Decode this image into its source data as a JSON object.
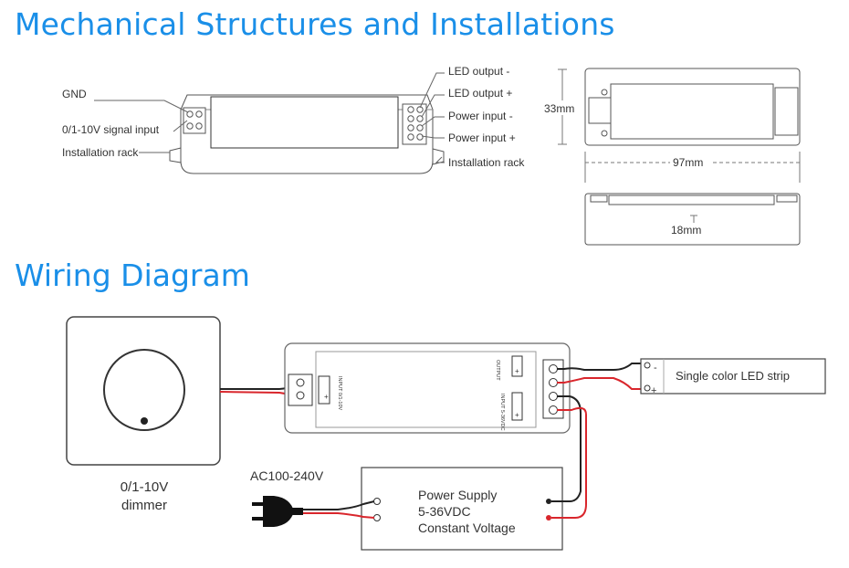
{
  "headings": {
    "mechanical": "Mechanical Structures and Installations",
    "wiring": "Wiring Diagram"
  },
  "mechanical": {
    "left_labels": {
      "gnd": "GND",
      "signal_input": "0/1-10V signal input",
      "installation_rack": "Installation rack"
    },
    "right_labels": {
      "led_output_minus": "LED output -",
      "led_output_plus": "LED output +",
      "power_input_minus": "Power input -",
      "power_input_plus": "Power input +",
      "installation_rack": "Installation rack"
    },
    "dimensions": {
      "height": "33mm",
      "length": "97mm",
      "thickness": "18mm"
    }
  },
  "wiring": {
    "dimmer_label_line1": "0/1-10V",
    "dimmer_label_line2": "dimmer",
    "controller_input_label": "INPUT 0/1-10V",
    "controller_output_label": "OUTPUT",
    "controller_power_label": "INPUT 5-36VDC",
    "led_strip_label": "Single color LED strip",
    "ac_label": "AC100-240V",
    "power_supply_line1": "Power Supply",
    "power_supply_line2": "5-36VDC",
    "power_supply_line3": "Constant Voltage"
  },
  "colors": {
    "heading_blue": "#1a8fe8",
    "wire_red": "#d9262c",
    "wire_black": "#222222"
  }
}
